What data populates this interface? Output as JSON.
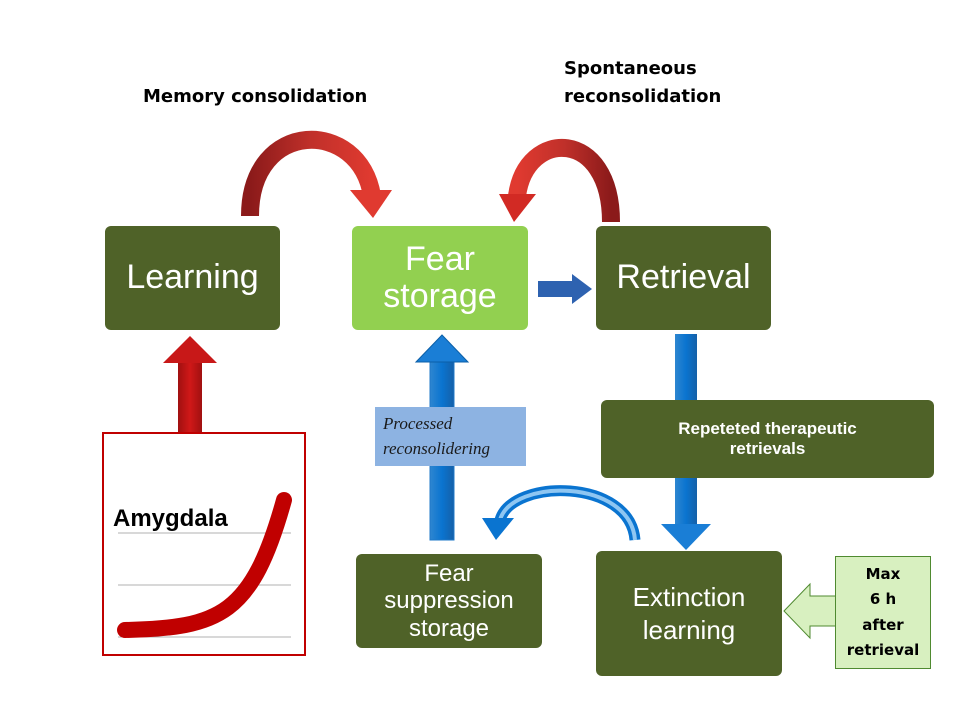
{
  "labels": {
    "memory_consolidation": "Memory consolidation",
    "spontaneous_line1": "Spontaneous",
    "spontaneous_line2": "reconsolidation"
  },
  "boxes": {
    "learning": "Learning",
    "fear_storage_line1": "Fear",
    "fear_storage_line2": "storage",
    "retrieval": "Retrieval",
    "repeated_line1": "Repeteted therapeutic",
    "repeated_line2": "retrievals",
    "fear_suppression_line1": "Fear",
    "fear_suppression_line2": "suppression",
    "fear_suppression_line3": "storage",
    "extinction_line1": "Extinction",
    "extinction_line2": "learning"
  },
  "note": {
    "line1": "Processed",
    "line2": "reconsolidering"
  },
  "max_box": {
    "line1": "Max",
    "line2": "6 h",
    "line3": "after",
    "line4": "retrieval"
  },
  "amygdala": {
    "label": "Amygdala"
  },
  "colors": {
    "dark_green": "#4f6228",
    "light_green": "#92d050",
    "red_arrow": "#c00000",
    "blue_arrow": "#0070c0",
    "note_blue": "#8db3e2",
    "max_box_fill": "#d8f0c0"
  }
}
